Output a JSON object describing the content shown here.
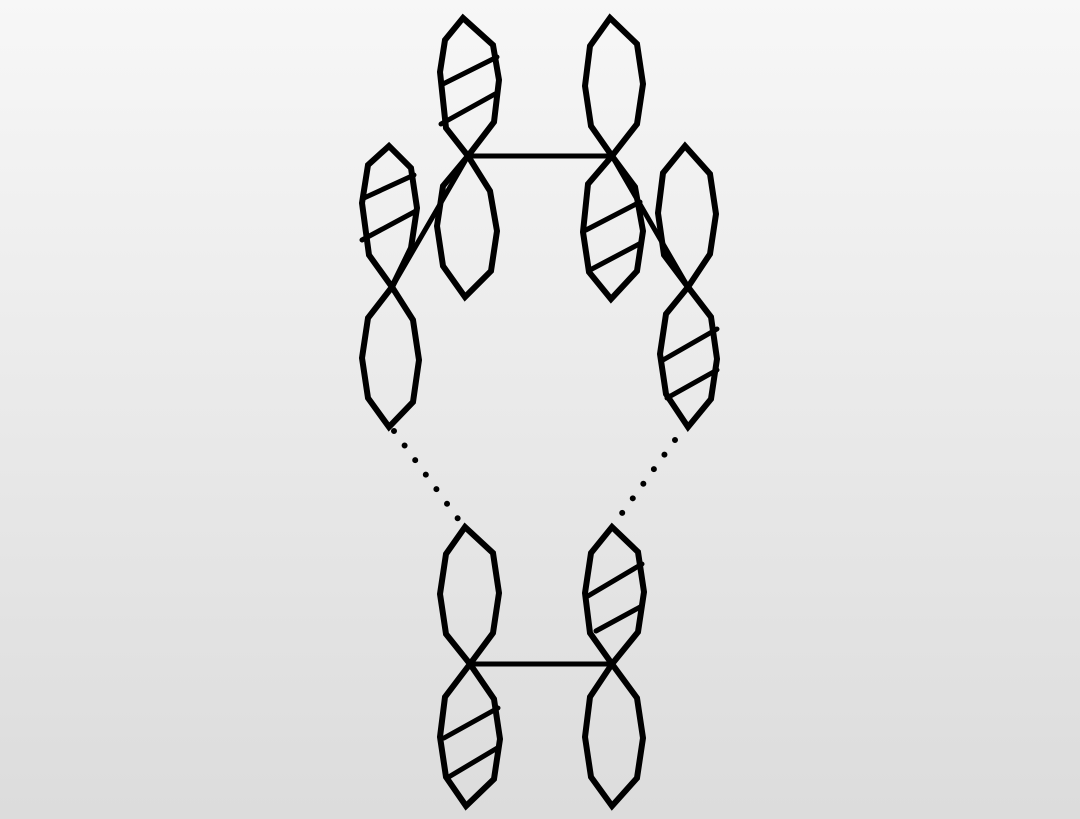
{
  "diagram": {
    "kind": "orbital-interaction-diagram",
    "colors": {
      "stroke": "#000000",
      "background_top": "#f7f7f7",
      "background_bottom": "#dcdcdc"
    },
    "upper_component": {
      "p_orbitals": 4,
      "sigma_bonds": 3,
      "hatched_lobes": 4,
      "hatch_lines_per_lobe": 2
    },
    "lower_component": {
      "p_orbitals": 2,
      "sigma_bonds": 1,
      "hatched_lobes": 2,
      "hatch_lines_per_lobe": 2
    },
    "interactions": {
      "count": 2,
      "style": "dotted"
    },
    "text_labels": []
  }
}
